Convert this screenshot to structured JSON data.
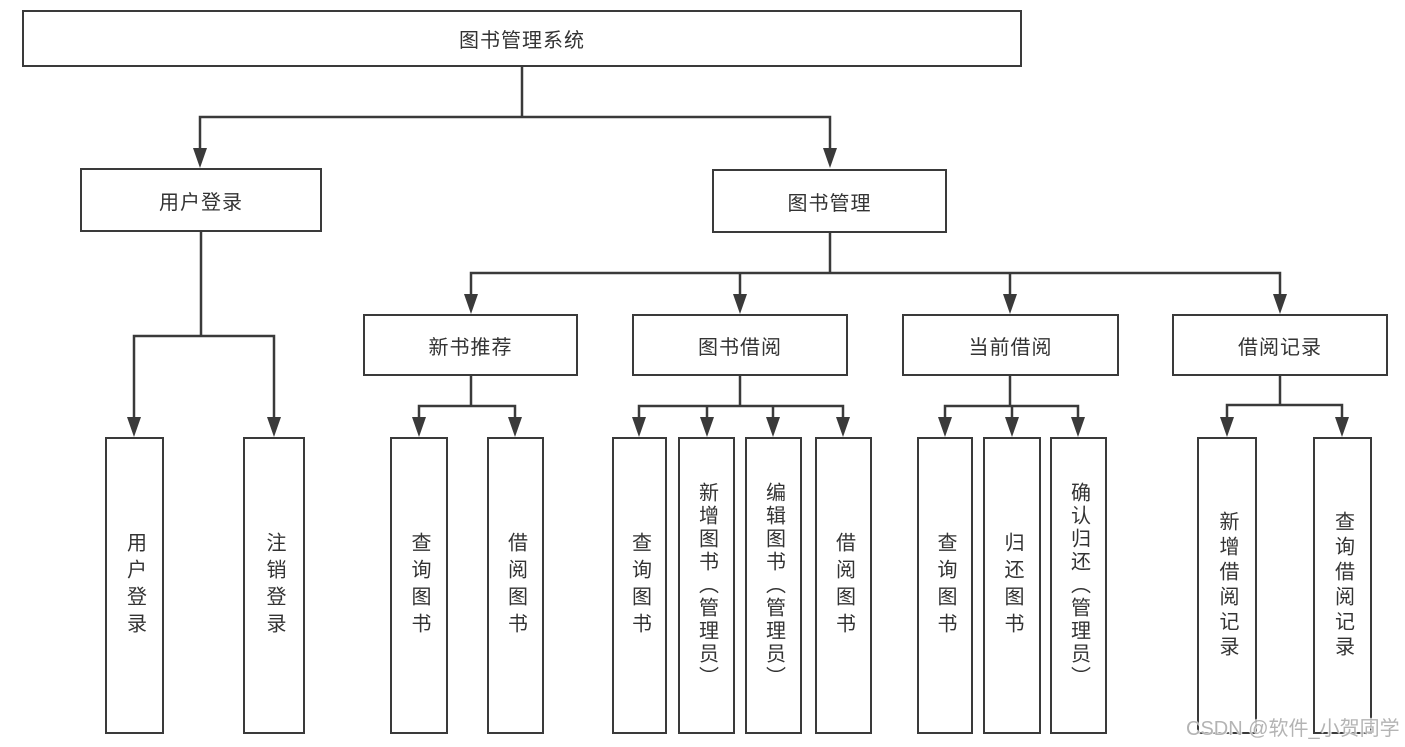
{
  "diagram": {
    "root": {
      "label": "图书管理系统"
    },
    "level2": [
      {
        "label": "用户登录"
      },
      {
        "label": "图书管理"
      }
    ],
    "level3": [
      {
        "label": "新书推荐",
        "parent": "图书管理"
      },
      {
        "label": "图书借阅",
        "parent": "图书管理"
      },
      {
        "label": "当前借阅",
        "parent": "图书管理"
      },
      {
        "label": "借阅记录",
        "parent": "图书管理"
      }
    ],
    "leaves": [
      {
        "label": "用户登录",
        "parent": "用户登录"
      },
      {
        "label": "注销登录",
        "parent": "用户登录"
      },
      {
        "label": "查询图书",
        "parent": "新书推荐"
      },
      {
        "label": "借阅图书",
        "parent": "新书推荐"
      },
      {
        "label": "查询图书",
        "parent": "图书借阅"
      },
      {
        "label": "新增图书（管理员）",
        "parent": "图书借阅"
      },
      {
        "label": "编辑图书（管理员）",
        "parent": "图书借阅"
      },
      {
        "label": "借阅图书",
        "parent": "图书借阅"
      },
      {
        "label": "查询图书",
        "parent": "当前借阅"
      },
      {
        "label": "归还图书",
        "parent": "当前借阅"
      },
      {
        "label": "确认归还（管理员）",
        "parent": "当前借阅"
      },
      {
        "label": "新增借阅记录",
        "parent": "借阅记录"
      },
      {
        "label": "查询借阅记录",
        "parent": "借阅记录"
      }
    ],
    "watermark": "CSDN @软件_小贺同学"
  }
}
